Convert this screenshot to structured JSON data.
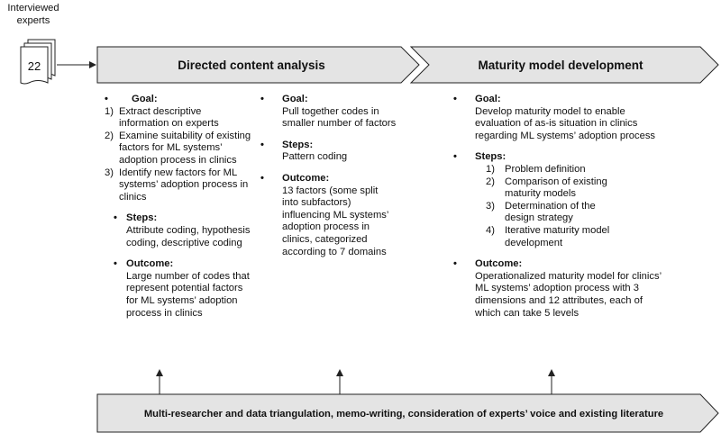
{
  "input": {
    "label_line1": "Interviewed",
    "label_line2": "experts",
    "count": "22"
  },
  "phases": [
    {
      "title": "Directed content analysis"
    },
    {
      "title": "Maturity model development"
    }
  ],
  "col1": {
    "goal": {
      "bullet": "•",
      "heading": "Goal:",
      "items": [
        {
          "num": "1)",
          "text": "Extract descriptive information on experts"
        },
        {
          "num": "2)",
          "text": "Examine suitability of existing factors for ML systems’ adoption process in clinics"
        },
        {
          "num": "3)",
          "text": "Identify new factors for ML systems’ adoption process in clinics"
        }
      ]
    },
    "steps": {
      "bullet": "•",
      "heading": "Steps:",
      "text": "Attribute coding, hypothesis coding, descriptive coding"
    },
    "outcome": {
      "bullet": "•",
      "heading": "Outcome:",
      "text": "Large number of codes that represent potential factors for ML systems’ adoption process in clinics"
    }
  },
  "col2": {
    "goal": {
      "bullet": "•",
      "heading": "Goal:",
      "text": "Pull together codes in smaller number of factors"
    },
    "steps": {
      "bullet": "•",
      "heading": "Steps:",
      "text": "Pattern coding"
    },
    "outcome": {
      "bullet": "•",
      "heading": "Outcome:",
      "text": "13 factors (some split into subfactors) influencing ML systems’ adoption process in clinics, categorized according to 7 domains"
    }
  },
  "col3": {
    "goal": {
      "bullet": "•",
      "heading": "Goal:",
      "text": "Develop maturity model to enable evaluation of as-is situation in clinics regarding ML systems’ adoption process"
    },
    "steps": {
      "bullet": "•",
      "heading": "Steps:",
      "items": [
        {
          "num": "1)",
          "text": "Problem definition"
        },
        {
          "num": "2)",
          "text": "Comparison of existing maturity models"
        },
        {
          "num": "3)",
          "text": "Determination of the design strategy"
        },
        {
          "num": "4)",
          "text": "Iterative maturity model development"
        }
      ]
    },
    "outcome": {
      "bullet": "•",
      "heading": "Outcome:",
      "text": "Operationalized maturity model for clinics’ ML systems’ adoption process with 3 dimensions and 12 attributes, each of which can take 5 levels"
    }
  },
  "bottom_bar": {
    "text": "Multi-researcher and data triangulation, memo-writing, consideration of experts’ voice and existing literature"
  },
  "colors": {
    "shape_fill": "#e4e4e4",
    "shape_stroke": "#222222",
    "text": "#111111"
  }
}
